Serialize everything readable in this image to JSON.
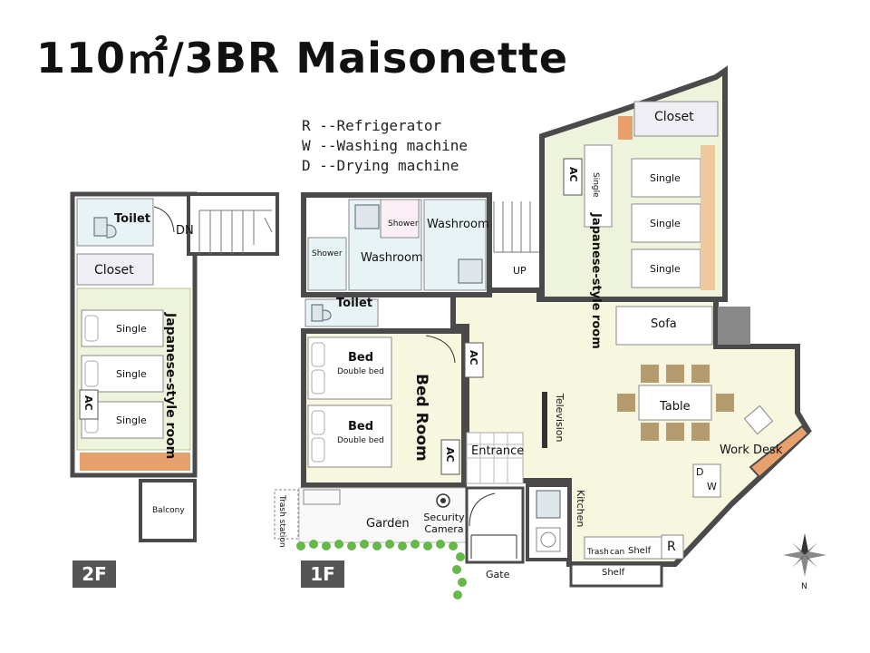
{
  "title": "110㎡/3BR Maisonette",
  "legend": [
    {
      "key": "R",
      "text": "Refrigerator"
    },
    {
      "key": "W",
      "text": "Washing machine"
    },
    {
      "key": "D",
      "text": "Drying machine"
    }
  ],
  "floors": {
    "second": {
      "badge": "2F",
      "toilet": "Toilet",
      "dn": "DN",
      "closet": "Closet",
      "room": "Japanese-style room",
      "beds": [
        "Single",
        "Single",
        "Single"
      ],
      "ac": "AC",
      "balcony": "Balcony"
    },
    "first": {
      "badge": "1F",
      "shower_left": "Shower",
      "washroom_left": "Washroom",
      "shower_right": "Shower",
      "washroom_right": "Washroom",
      "toilet": "Toilet",
      "up": "UP",
      "bedroom": {
        "name": "Bed Room",
        "beds": [
          {
            "label": "Bed",
            "sub": "Double bed"
          },
          {
            "label": "Bed",
            "sub": "Double bed"
          }
        ],
        "ac1": "AC",
        "ac2": "AC"
      },
      "entrance": "Entrance",
      "garden": "Garden",
      "trash_station": "Trash station",
      "security_camera": "Security Camera",
      "gate": "Gate",
      "japanese_room": {
        "name": "Japanese-style room",
        "closet": "Closet",
        "ac": "AC",
        "single_vertical": "Single",
        "beds": [
          "Single",
          "Single",
          "Single"
        ]
      },
      "sofa": "Sofa",
      "table": "Table",
      "television": "Television",
      "work_desk": "Work Desk",
      "kitchen": "Kitchen",
      "dw": "D\nW",
      "d": "D",
      "w": "W",
      "trash": "Trash",
      "can": "can",
      "shelf1": "Shelf",
      "r": "R",
      "shelf2": "Shelf",
      "compass": "N"
    }
  },
  "colors": {
    "wall": "#4a4a4a",
    "floor_cream": "#f7f6df",
    "tatami": "#eef3dc",
    "wet_room": "#e8f3f6",
    "wood": "#e8a06c",
    "chair": "#b59c6e",
    "plant": "#67b84a"
  }
}
